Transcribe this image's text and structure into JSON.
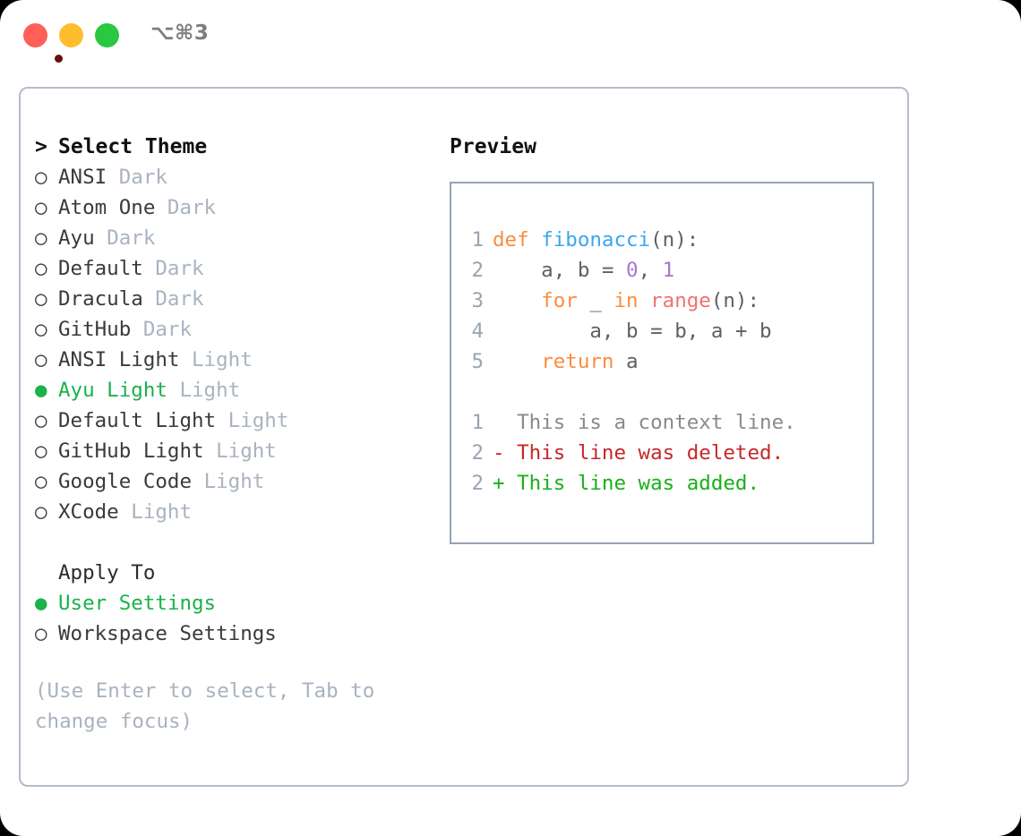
{
  "titlebar": {
    "shortcut": "⌥⌘3",
    "buttons": {
      "close": "close-button",
      "minimize": "minimize-button",
      "maximize": "maximize-button"
    }
  },
  "theme_list": {
    "caret": ">",
    "heading": "Select Theme",
    "bullet_off": "○",
    "bullet_on": "●",
    "items": [
      {
        "name": "ANSI",
        "kind": "Dark",
        "selected": false
      },
      {
        "name": "Atom One",
        "kind": "Dark",
        "selected": false
      },
      {
        "name": "Ayu",
        "kind": "Dark",
        "selected": false
      },
      {
        "name": "Default",
        "kind": "Dark",
        "selected": false
      },
      {
        "name": "Dracula",
        "kind": "Dark",
        "selected": false
      },
      {
        "name": "GitHub",
        "kind": "Dark",
        "selected": false
      },
      {
        "name": "ANSI Light",
        "kind": "Light",
        "selected": false
      },
      {
        "name": "Ayu Light",
        "kind": "Light",
        "selected": true
      },
      {
        "name": "Default Light",
        "kind": "Light",
        "selected": false
      },
      {
        "name": "GitHub Light",
        "kind": "Light",
        "selected": false
      },
      {
        "name": "Google Code",
        "kind": "Light",
        "selected": false
      },
      {
        "name": "XCode",
        "kind": "Light",
        "selected": false
      }
    ]
  },
  "apply_to": {
    "heading": "Apply To",
    "items": [
      {
        "name": "User Settings",
        "selected": true
      },
      {
        "name": "Workspace Settings",
        "selected": false
      }
    ]
  },
  "hint": "(Use Enter to select, Tab to change focus)",
  "preview": {
    "title": "Preview",
    "code_lines": [
      {
        "num": "1",
        "tokens": [
          {
            "t": "def ",
            "c": "tok-kw"
          },
          {
            "t": "fibonacci",
            "c": "tok-fn"
          },
          {
            "t": "(n):",
            "c": "tok-punct"
          }
        ]
      },
      {
        "num": "2",
        "tokens": [
          {
            "t": "    a, b = ",
            "c": "tok-plain"
          },
          {
            "t": "0",
            "c": "tok-num"
          },
          {
            "t": ", ",
            "c": "tok-plain"
          },
          {
            "t": "1",
            "c": "tok-num"
          }
        ]
      },
      {
        "num": "3",
        "tokens": [
          {
            "t": "    ",
            "c": "tok-plain"
          },
          {
            "t": "for",
            "c": "tok-kw"
          },
          {
            "t": " _ ",
            "c": "tok-plain"
          },
          {
            "t": "in",
            "c": "tok-kw"
          },
          {
            "t": " ",
            "c": "tok-plain"
          },
          {
            "t": "range",
            "c": "tok-call"
          },
          {
            "t": "(n):",
            "c": "tok-punct"
          }
        ]
      },
      {
        "num": "4",
        "tokens": [
          {
            "t": "        a, b = b, a + b",
            "c": "tok-plain"
          }
        ]
      },
      {
        "num": "5",
        "tokens": [
          {
            "t": "    ",
            "c": "tok-plain"
          },
          {
            "t": "return",
            "c": "tok-kw"
          },
          {
            "t": " a",
            "c": "tok-plain"
          }
        ]
      }
    ],
    "diff_lines": [
      {
        "num": "1",
        "marker": "  ",
        "text": "This is a context line.",
        "cls": "diff-ctx"
      },
      {
        "num": "2",
        "marker": "- ",
        "text": "This line was deleted.",
        "cls": "diff-del"
      },
      {
        "num": "2",
        "marker": "+ ",
        "text": "This line was added.",
        "cls": "diff-add"
      }
    ]
  },
  "colors": {
    "accent_green": "#19b24b",
    "muted": "#a9b3c0",
    "border_outer": "#b3bdc9",
    "border_preview": "#97a3b2",
    "kw_orange": "#fa8d3e",
    "fn_blue": "#3aa6f0",
    "call_red": "#f07171",
    "num_purple": "#a37acc",
    "diff_add": "#18b018",
    "diff_del": "#c62828"
  }
}
